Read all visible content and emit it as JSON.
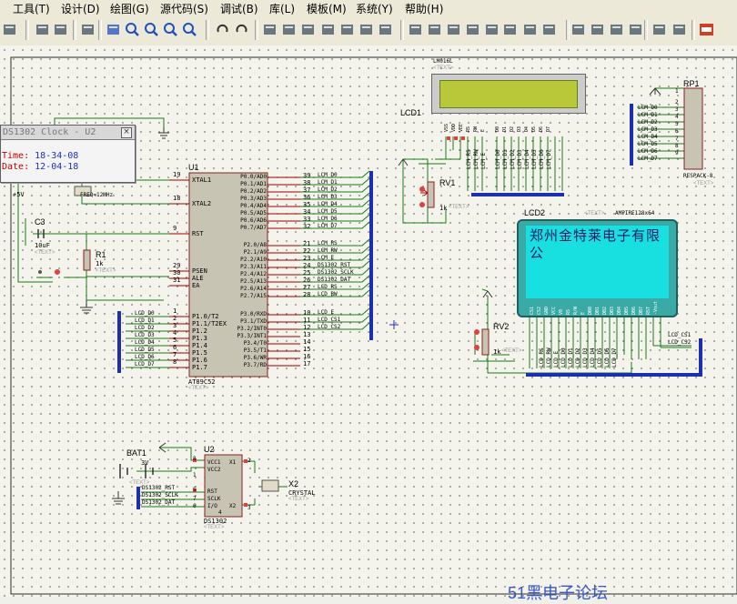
{
  "menu": [
    "工具(T)",
    "设计(D)",
    "绘图(G)",
    "源代码(S)",
    "调试(B)",
    "库(L)",
    "模板(M)",
    "系统(Y)",
    "帮助(H)"
  ],
  "toolbar_icons": [
    "page-icon",
    "refresh-icon",
    "grid-icon",
    "origin-icon",
    "pan-icon",
    "zoom-in-icon",
    "zoom-out-icon",
    "zoom-all-icon",
    "zoom-area-icon",
    "undo-icon",
    "redo-icon",
    "cut-icon",
    "copy-icon",
    "paste-icon",
    "block-copy-icon",
    "block-move-icon",
    "block-rotate-icon",
    "block-delete-icon",
    "pick-device-icon",
    "make-device-icon",
    "packaging-icon",
    "decompose-icon",
    "wire-autorouter-icon",
    "search-icon",
    "property-icon",
    "design-explorer-icon",
    "new-sheet-icon",
    "remove-sheet-icon",
    "goto-sheet-icon",
    "export-icon",
    "bom-icon",
    "erc-icon",
    "ares-icon"
  ],
  "popup": {
    "title": "DS1302 Clock - U2",
    "time_label": "Time:",
    "time_value": "18-34-08",
    "date_label": "Date:",
    "date_value": "12-04-18"
  },
  "lcd2": {
    "ref": "LCD2",
    "part": "AMPIRE128x64",
    "text_tag": "<TEXT>",
    "display": "郑州金特莱电子有限公",
    "pins": [
      "CS1",
      "CS2",
      "GND",
      "VCC",
      "V0",
      "RS",
      "R/W",
      "E",
      "DB0",
      "DB1",
      "DB2",
      "DB3",
      "DB4",
      "DB5",
      "DB6",
      "DB7",
      "RST",
      "-Vout"
    ]
  },
  "lcd1": {
    "ref": "LCD1",
    "part": "LM016L",
    "text_tag": "<TEXT>",
    "pins": [
      "VSS",
      "VDD",
      "VEE",
      "RS",
      "RW",
      "E",
      "D0",
      "D1",
      "D2",
      "D3",
      "D4",
      "D5",
      "D6",
      "D7"
    ]
  },
  "u1": {
    "ref": "U1",
    "part": "AT89C52",
    "text_tag": "<TEXT>",
    "left_pins": [
      "XTAL1",
      "XTAL2",
      "RST",
      "PSEN",
      "ALE",
      "EA",
      "P1.0/T2",
      "P1.1/T2EX",
      "P1.2",
      "P1.3",
      "P1.4",
      "P1.5",
      "P1.6",
      "P1.7"
    ],
    "left_nums": [
      "19",
      "18",
      "9",
      "29",
      "30",
      "31",
      "1",
      "2",
      "3",
      "4",
      "5",
      "6",
      "7",
      "8"
    ],
    "right_pins": [
      "P0.0/AD0",
      "P0.1/AD1",
      "P0.2/AD2",
      "P0.3/AD3",
      "P0.4/AD4",
      "P0.5/AD5",
      "P0.6/AD6",
      "P0.7/AD7",
      "P2.0/A8",
      "P2.1/A9",
      "P2.2/A10",
      "P2.3/A11",
      "P2.4/A12",
      "P2.5/A13",
      "P2.6/A14",
      "P2.7/A15",
      "P3.0/RXD",
      "P3.1/TXD",
      "P3.2/INT0",
      "P3.3/INT1",
      "P3.4/T0",
      "P3.5/T1",
      "P3.6/WR",
      "P3.7/RD"
    ],
    "right_nums": [
      "39",
      "38",
      "37",
      "36",
      "35",
      "34",
      "33",
      "32",
      "21",
      "22",
      "23",
      "24",
      "25",
      "26",
      "27",
      "28",
      "10",
      "11",
      "12",
      "13",
      "14",
      "15",
      "16",
      "17"
    ],
    "right_nets": [
      "LCM_D0",
      "LCM_D1",
      "LCM_D2",
      "LCM_D3",
      "LCM_D4",
      "LCM_D5",
      "LCM_D6",
      "LCM_D7",
      "LCM_RS",
      "LCM_RW",
      "LCM_E",
      "DS1302_RST",
      "DS1302_SCLK",
      "DS1302_DAT",
      "LCD_RS",
      "LCD_RW",
      "LCD_E",
      "LCD_CS1",
      "LCD_CS2"
    ],
    "left_nets": [
      "LCD_D0",
      "LCD_D1",
      "LCD_D2",
      "LCD_D3",
      "LCD_D4",
      "LCD_D5",
      "LCD_D6",
      "LCD_D7"
    ]
  },
  "rp1": {
    "ref": "RP1",
    "part": "RESPACK-8",
    "text_tag": "<TEXT>",
    "nets": [
      "LCM_D0",
      "LCM_D1",
      "LCM_D2",
      "LCM_D3",
      "LCM_D4",
      "LCM_D5",
      "LCM_D6",
      "LCM_D7"
    ],
    "nums": [
      "1",
      "2",
      "3",
      "4",
      "5",
      "6",
      "7",
      "8",
      "9"
    ]
  },
  "lcd1_nets": [
    "LCM_RS",
    "LCM_RW",
    "LCM_E",
    "LCM_D0",
    "LCM_D1",
    "LCM_D2",
    "LCM_D3",
    "LCM_D4",
    "LCM_D5",
    "LCM_D6",
    "LCM_D7"
  ],
  "lcd2_nets": [
    "LCD_RS",
    "LCD_RW",
    "LCD_E",
    "LCD_D0",
    "LCD_D1",
    "LCD_D2",
    "LCD_D3",
    "LCD_D4",
    "LCD_D5",
    "LCD_D6",
    "LCD_D7"
  ],
  "lcd2_cs": [
    "LCD_CS1",
    "LCD_CS2"
  ],
  "rv1": {
    "ref": "RV1",
    "val": "1k",
    "text_tag": "<TEXT>"
  },
  "rv2": {
    "ref": "RV2",
    "val": "1k",
    "text_tag": "<TEXT>"
  },
  "r1": {
    "ref": "R1",
    "val": "1k",
    "text_tag": "<TEXT>"
  },
  "c3": {
    "ref": "C3",
    "val": "10uF",
    "text_tag": "<TEXT>"
  },
  "freq": "FREQ=12MHz",
  "vcc_label": "+5V",
  "bat1": {
    "ref": "BAT1",
    "val": "3V",
    "text_tag": "<TEXT>"
  },
  "u2": {
    "ref": "U2",
    "part": "DS1302",
    "text_tag": "<TEXT>",
    "pins": [
      "VCC1",
      "VCC2",
      "X1",
      "X2",
      "RST",
      "SCLK",
      "I/O"
    ],
    "nums": [
      "8",
      "1",
      "2",
      "3",
      "5",
      "7",
      "6",
      "4"
    ]
  },
  "u2_nets": [
    "DS1302_RST",
    "DS1302_SCLK",
    "DS1302_DAT"
  ],
  "x2": {
    "ref": "X2",
    "part": "CRYSTAL",
    "text_tag": "<TEXT>"
  },
  "watermark": "51黑电子论坛"
}
